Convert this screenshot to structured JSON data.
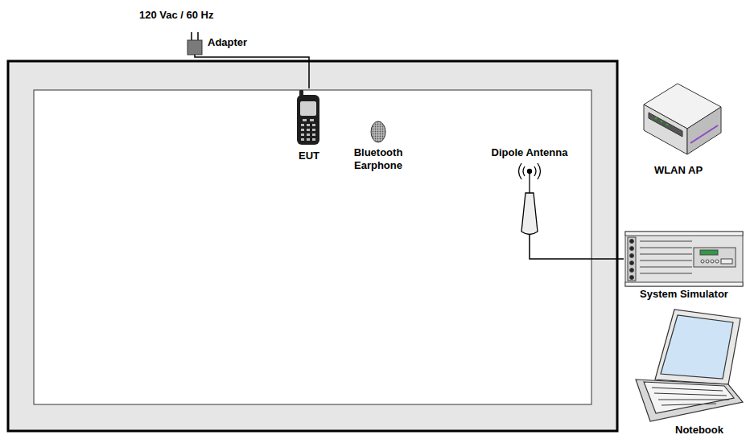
{
  "diagram": {
    "nodes": [
      {
        "text": [
          "Adapter"
        ]
      },
      {
        "text": [
          "EUT"
        ]
      },
      {
        "text": [
          "Bluetooth Earphone"
        ]
      },
      {
        "text": [
          "Dipole Antenna"
        ]
      },
      {
        "text": [
          "WLAN AP"
        ]
      },
      {
        "text": [
          "System Simulator"
        ]
      },
      {
        "text": [
          "Notebook"
        ]
      }
    ],
    "edges": [
      {
        "from": 0,
        "to": 1,
        "arrow": "none"
      },
      {
        "from": 3,
        "to": 5,
        "arrow": "none"
      }
    ],
    "labels": [
      "120 Vac / 60 Hz"
    ]
  }
}
